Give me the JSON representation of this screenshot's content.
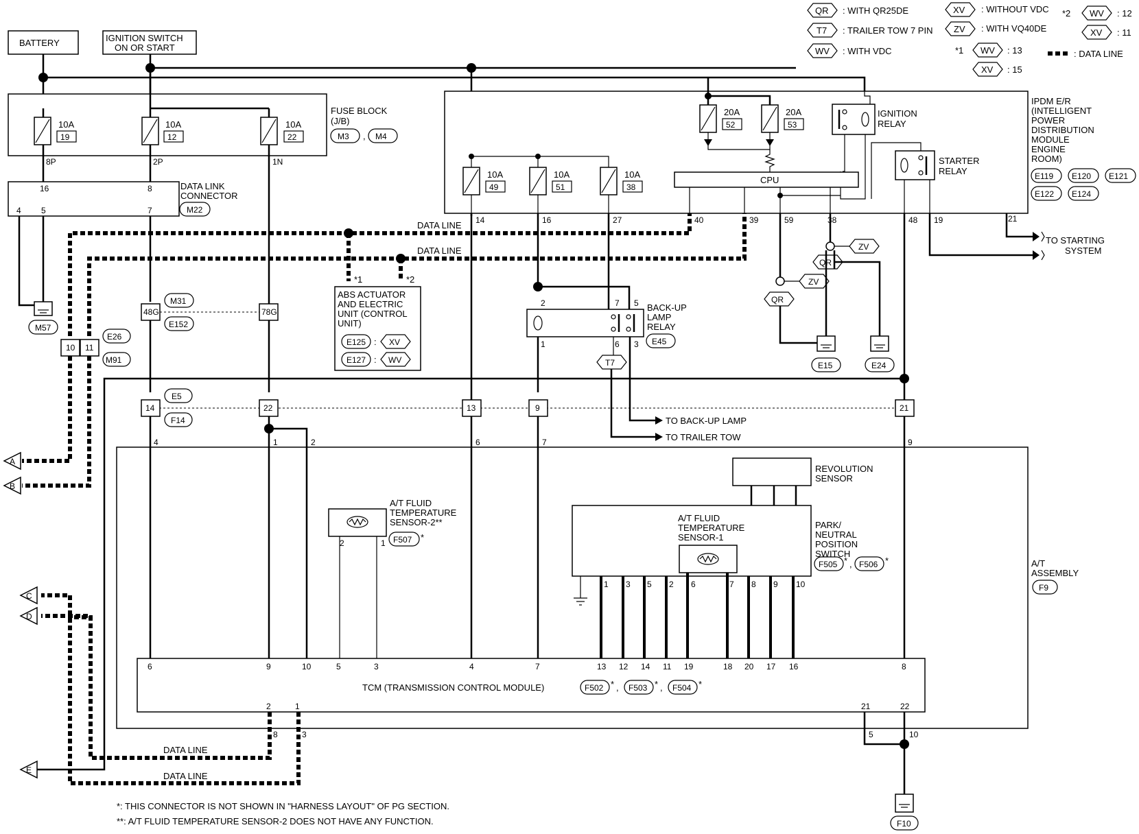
{
  "legend": {
    "qr": {
      "code": "QR",
      "text": ": WITH QR25DE"
    },
    "t7": {
      "code": "T7",
      "text": ": TRAILER TOW 7 PIN"
    },
    "wv": {
      "code": "WV",
      "text": ": WITH VDC"
    },
    "xv": {
      "code": "XV",
      "text": ": WITHOUT VDC"
    },
    "zv": {
      "code": "ZV",
      "text": ": WITH VQ40DE"
    },
    "star2": "*2",
    "star1": "*1",
    "star2_wv_val": ": 12",
    "star2_xv_val": ": 11",
    "star1_wv_val": ": 13",
    "star1_xv_val": ": 15",
    "data_line": ": DATA LINE"
  },
  "sources": {
    "battery": "BATTERY",
    "ignition_l1": "IGNITION SWITCH",
    "ignition_l2": "ON OR START"
  },
  "fuse_block": {
    "l1": "FUSE BLOCK",
    "l2": "(J/B)",
    "c1": "M3",
    "c2": "M4",
    "f1_amp": "10A",
    "f1_num": "19",
    "f1_pin": "8P",
    "f2_amp": "10A",
    "f2_num": "12",
    "f2_pin": "2P",
    "f3_amp": "10A",
    "f3_num": "22",
    "f3_pin": "1N"
  },
  "ipdm": {
    "l1": "IPDM E/R",
    "l2": "(INTELLIGENT",
    "l3": "POWER",
    "l4": "DISTRIBUTION",
    "l5": "MODULE",
    "l6": "ENGINE",
    "l7": "ROOM)",
    "c1": "E119",
    "c2": "E120",
    "c3": "E121",
    "c4": "E122",
    "c5": "E124",
    "f52_amp": "20A",
    "f52_num": "52",
    "f53_amp": "20A",
    "f53_num": "53",
    "f49_amp": "10A",
    "f49_num": "49",
    "f51_amp": "10A",
    "f51_num": "51",
    "f38_amp": "10A",
    "f38_num": "38",
    "cpu": "CPU",
    "ign_relay_l1": "IGNITION",
    "ign_relay_l2": "RELAY",
    "start_relay_l1": "STARTER",
    "start_relay_l2": "RELAY",
    "pins": [
      "14",
      "16",
      "27",
      "40",
      "39",
      "59",
      "38",
      "48",
      "19",
      "21"
    ]
  },
  "dlc": {
    "l1": "DATA LINK",
    "l2": "CONNECTOR",
    "conn": "M22",
    "p16": "16",
    "p8": "8",
    "p4": "4",
    "p5": "5",
    "p7": "7"
  },
  "data_line_label": "DATA LINE",
  "abs": {
    "l1": "ABS ACTUATOR",
    "l2": "AND ELECTRIC",
    "l3": "UNIT (CONTROL",
    "l4": "UNIT)",
    "c1": "E125",
    "c1v": "XV",
    "c2": "E127",
    "c2v": "WV",
    "star1": "*1",
    "star2": "*2",
    "sep": ":"
  },
  "grounds": {
    "m57": "M57",
    "e15": "E15",
    "e24": "E24",
    "f10": "F10"
  },
  "joints": {
    "m31": "M31",
    "e152": "E152",
    "p48g": "48G",
    "p78g": "78G",
    "e26": "E26",
    "m91": "M91",
    "p10": "10",
    "p11": "11",
    "e5": "E5",
    "f14": "F14",
    "j14": "14",
    "j22": "22",
    "j13": "13",
    "j9": "9",
    "j21": "21"
  },
  "backup_relay": {
    "l1": "BACK-UP",
    "l2": "LAMP",
    "l3": "RELAY",
    "conn": "E45",
    "p2": "2",
    "p1": "1",
    "p7": "7",
    "p6": "6",
    "p5": "5",
    "p3": "3",
    "t7": "T7",
    "to_lamp": "TO BACK-UP LAMP",
    "to_tow": "TO TRAILER TOW"
  },
  "starting": {
    "l1": "TO STARTING",
    "l2": "SYSTEM",
    "qr": "QR",
    "zv": "ZV"
  },
  "at_assembly": {
    "l1": "A/T",
    "l2": "ASSEMBLY",
    "conn": "F9",
    "top_pins": [
      "4",
      "1",
      "2",
      "6",
      "7",
      "9"
    ],
    "bottom_pins": [
      "8",
      "3",
      "5",
      "10"
    ]
  },
  "sensor2": {
    "l1": "A/T FLUID",
    "l2": "TEMPERATURE",
    "l3": "SENSOR-2",
    "stars": "**",
    "conn": "F507",
    "star": "*",
    "p2": "2",
    "p1": "1"
  },
  "sensor1": {
    "l1": "A/T FLUID",
    "l2": "TEMPERATURE",
    "l3": "SENSOR-1"
  },
  "rev_sensor": {
    "l1": "REVOLUTION",
    "l2": "SENSOR",
    "pins": [
      "13",
      "12",
      "11"
    ]
  },
  "pnp": {
    "l1": "PARK/",
    "l2": "NEUTRAL",
    "l3": "POSITION",
    "l4": "SWITCH",
    "c1": "F505",
    "c2": "F506",
    "star": "*",
    "sep": ",",
    "pins": [
      "1",
      "3",
      "5",
      "2",
      "6",
      "7",
      "8",
      "9",
      "10"
    ]
  },
  "tcm": {
    "label": "TCM (TRANSMISSION CONTROL MODULE)",
    "c1": "F502",
    "c2": "F503",
    "c3": "F504",
    "star": "*",
    "sep": ",",
    "top_pins": [
      "6",
      "9",
      "10",
      "5",
      "3",
      "4",
      "7",
      "13",
      "12",
      "14",
      "11",
      "19",
      "18",
      "20",
      "17",
      "16",
      "8"
    ],
    "bottom_pins": [
      "2",
      "1",
      "21",
      "22"
    ]
  },
  "offpage": {
    "a": "A",
    "b": "B",
    "c": "C",
    "d": "D",
    "e": "E"
  },
  "notes": {
    "n1": "*: THIS CONNECTOR IS NOT SHOWN IN \"HARNESS LAYOUT\" OF PG SECTION.",
    "n2": "**: A/T FLUID TEMPERATURE SENSOR-2 DOES NOT HAVE ANY FUNCTION."
  }
}
